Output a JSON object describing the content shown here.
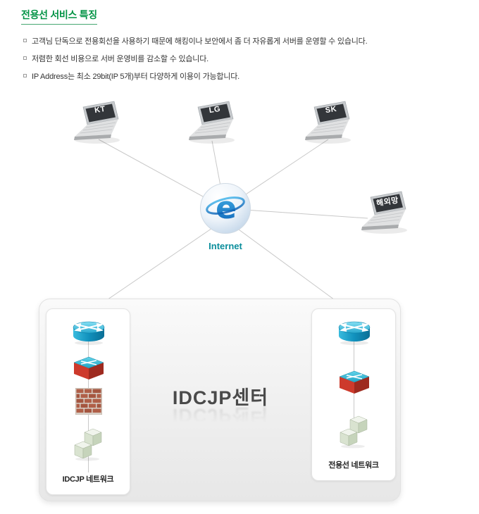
{
  "header": {
    "title": "전용선 서비스 특징"
  },
  "features": [
    "고객님 단독으로 전용회선을 사용하기 때문에 해킹이나 보안에서 좀 더 자유롭게 서버를 운영할 수 있습니다.",
    "저렴한 회선 비용으로 서버 운영비를 감소할 수 있습니다.",
    "IP Address는 최소 29bit(IP 5개)부터 다양하게 이용이 가능합니다."
  ],
  "diagram": {
    "providers": [
      {
        "label": "KT"
      },
      {
        "label": "LG"
      },
      {
        "label": "SK"
      },
      {
        "label": "해외망"
      }
    ],
    "internet_label": "Internet",
    "datacenter_label": "IDCJP센터",
    "left_network_label": "IDCJP 네트워크",
    "right_network_label": "전용선 네트워크"
  },
  "icons": {
    "laptop-icon": "isometric laptop",
    "internet-globe-icon": "blue e globe",
    "router-icon": "cyan cylinder router",
    "switch-icon": "red and cyan switch",
    "firewall-icon": "brick wall",
    "server-icon": "stacked server cubes",
    "bullet-marker-icon": "small square bullet"
  },
  "colors": {
    "title_green": "#009344",
    "internet_teal": "#0b8e9c",
    "line_gray": "#c8c8c8"
  }
}
